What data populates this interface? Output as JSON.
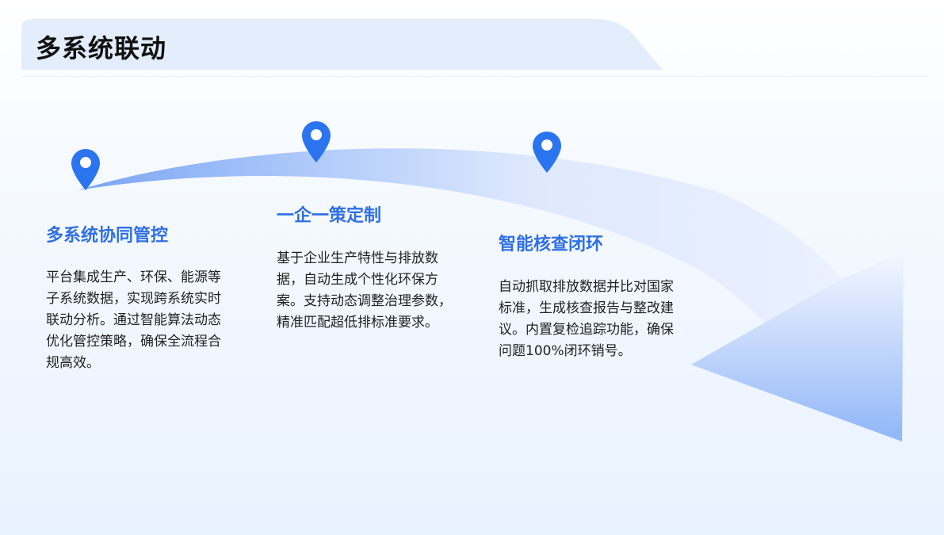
{
  "page": {
    "title": "多系统联动"
  },
  "steps": [
    {
      "title": "多系统协同管控",
      "description": "平台集成生产、环保、能源等子系统数据，实现跨系统实时联动分析。通过智能算法动态优化管控策略，确保全流程合规高效。"
    },
    {
      "title": "一企一策定制",
      "description": "基于企业生产特性与排放数据，自动生成个性化环保方案。支持动态调整治理参数，精准匹配超低排标准要求。"
    },
    {
      "title": "智能核查闭环",
      "description": "自动抓取排放数据并比对国家标准，生成核查报告与整改建议。内置复检追踪功能，确保问题100%闭环销号。"
    }
  ],
  "colors": {
    "accent": "#2f6fe4",
    "pin": "#2a74f0",
    "header_tab": "#e4edfc",
    "arrow_light": "#f2f7ff",
    "arrow_dark": "#8fb6f8"
  },
  "icons": [
    "location-pin-icon",
    "location-pin-icon",
    "location-pin-icon"
  ]
}
